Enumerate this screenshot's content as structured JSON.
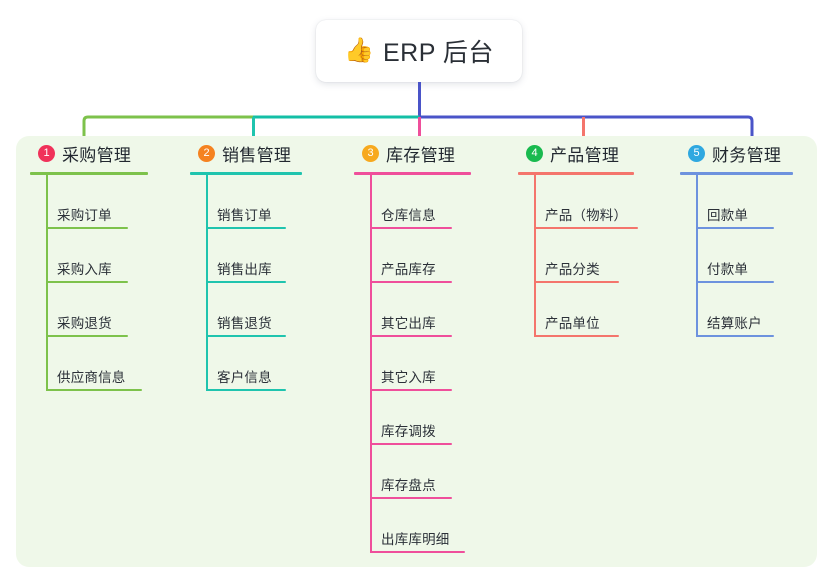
{
  "root": {
    "icon": "thumbs-up-icon",
    "icon_glyph": "👍",
    "title": "ERP 后台"
  },
  "panel": {
    "background_color": "#eff8e9"
  },
  "connectors": {
    "trunk_color": "#4a54c8",
    "bus_segments": [
      {
        "color": "#7dc24b",
        "from": "col1",
        "to": "col2"
      },
      {
        "color": "#13bfa6",
        "from": "col2",
        "to": "col3"
      },
      {
        "color": "#4a54c8",
        "from": "col3",
        "to": "col5"
      }
    ]
  },
  "columns": [
    {
      "index": 1,
      "badge": "1",
      "badge_color": "#f0325a",
      "accent_color": "#7dc24b",
      "title": "采购管理",
      "rule_width": 118,
      "items": [
        {
          "label": "采购订单",
          "rule_width": 82
        },
        {
          "label": "采购入库",
          "rule_width": 82
        },
        {
          "label": "采购退货",
          "rule_width": 82
        },
        {
          "label": "供应商信息",
          "rule_width": 96
        }
      ]
    },
    {
      "index": 2,
      "badge": "2",
      "badge_color": "#f58220",
      "accent_color": "#1fc4ae",
      "title": "销售管理",
      "rule_width": 112,
      "items": [
        {
          "label": "销售订单",
          "rule_width": 80
        },
        {
          "label": "销售出库",
          "rule_width": 80
        },
        {
          "label": "销售退货",
          "rule_width": 80
        },
        {
          "label": "客户信息",
          "rule_width": 80
        }
      ]
    },
    {
      "index": 3,
      "badge": "3",
      "badge_color": "#f7a91e",
      "accent_color": "#ef4f9b",
      "title": "库存管理",
      "rule_width": 117,
      "items": [
        {
          "label": "仓库信息",
          "rule_width": 82
        },
        {
          "label": "产品库存",
          "rule_width": 82
        },
        {
          "label": "其它出库",
          "rule_width": 82
        },
        {
          "label": "其它入库",
          "rule_width": 82
        },
        {
          "label": "库存调拨",
          "rule_width": 82
        },
        {
          "label": "库存盘点",
          "rule_width": 82
        },
        {
          "label": "出库库明细",
          "rule_width": 95
        }
      ]
    },
    {
      "index": 4,
      "badge": "4",
      "badge_color": "#19ba4f",
      "accent_color": "#f4756c",
      "title": "产品管理",
      "rule_width": 116,
      "items": [
        {
          "label": "产品（物料）",
          "rule_width": 104
        },
        {
          "label": "产品分类",
          "rule_width": 85
        },
        {
          "label": "产品单位",
          "rule_width": 85
        }
      ]
    },
    {
      "index": 5,
      "badge": "5",
      "badge_color": "#2fa8e0",
      "accent_color": "#6d92de",
      "title": "财务管理",
      "rule_width": 113,
      "items": [
        {
          "label": "回款单",
          "rule_width": 78
        },
        {
          "label": "付款单",
          "rule_width": 78
        },
        {
          "label": "结算账户",
          "rule_width": 78
        }
      ]
    }
  ]
}
